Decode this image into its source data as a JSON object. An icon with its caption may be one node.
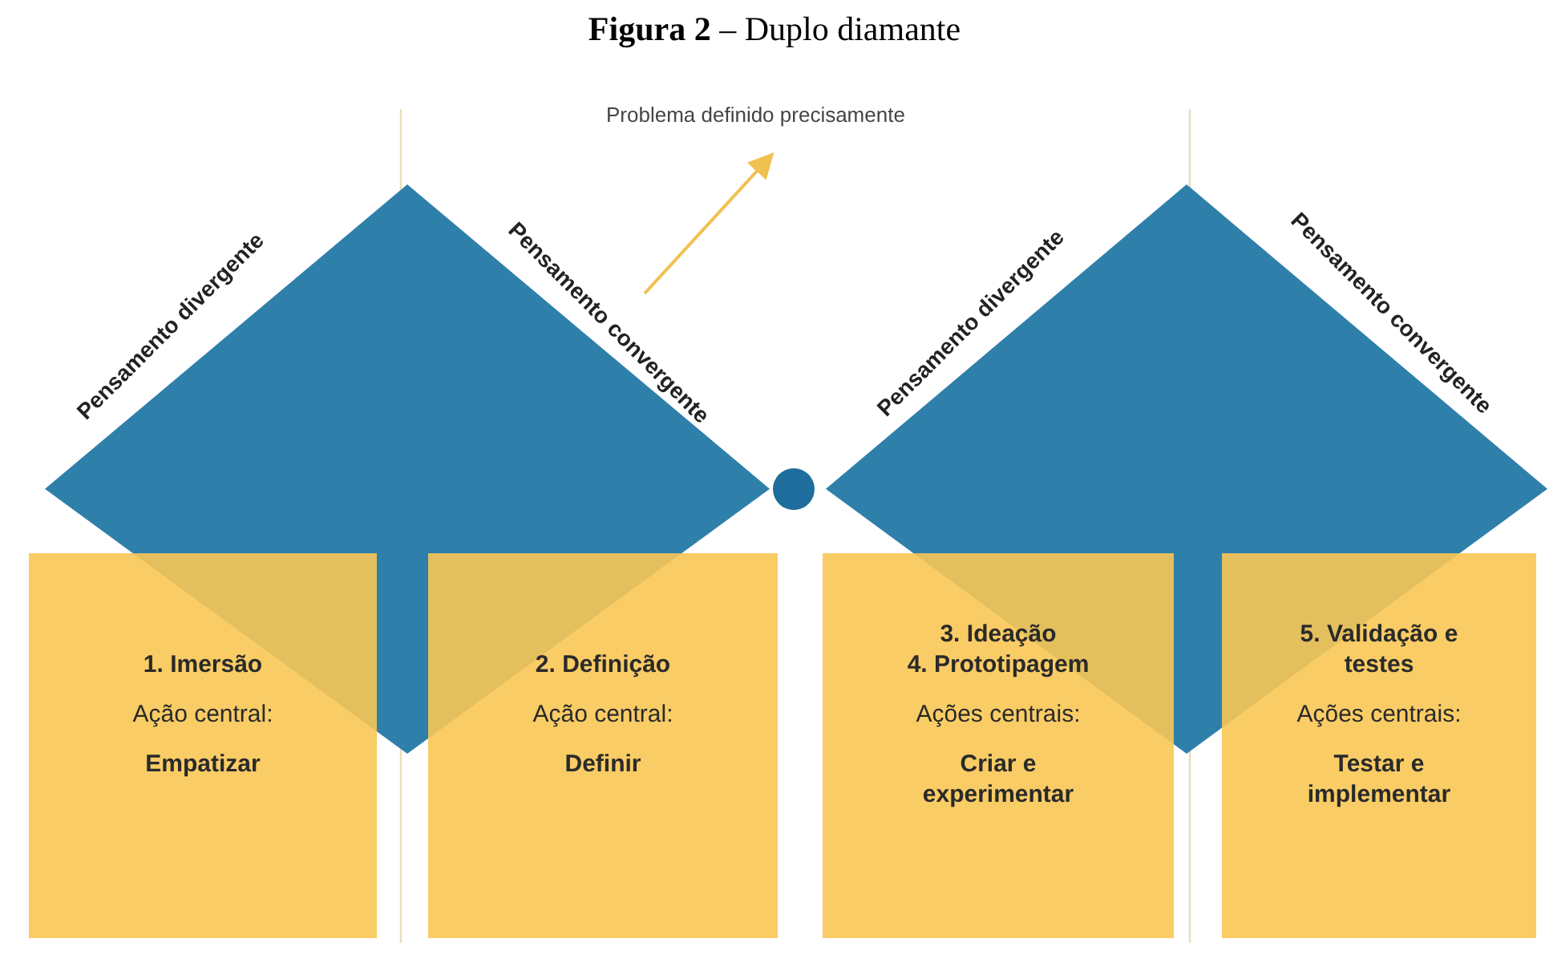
{
  "diagram": {
    "title": "**Figura 2** – Duplo diamante",
    "nodes": [
      {
        "text": [
          "Pensamento divergente",
          "Pensamento convergente"
        ]
      },
      {
        "text": [],
        "shape": "circle"
      },
      {
        "text": [
          "Pensamento divergente",
          "Pensamento convergente"
        ]
      },
      {
        "text": [
          "1. Imersão",
          "Ação central:",
          "Empatizar"
        ]
      },
      {
        "text": [
          "2. Definição",
          "Ação central:",
          "Definir"
        ]
      },
      {
        "text": [
          "3. Ideação",
          "4. Prototipagem",
          "Ações centrais:",
          "Criar e experimentar"
        ]
      },
      {
        "text": [
          "5. Validação e testes",
          "Ações centrais:",
          "Testar e implementar"
        ]
      }
    ],
    "labels": [
      "Problema definido precisamente"
    ]
  }
}
